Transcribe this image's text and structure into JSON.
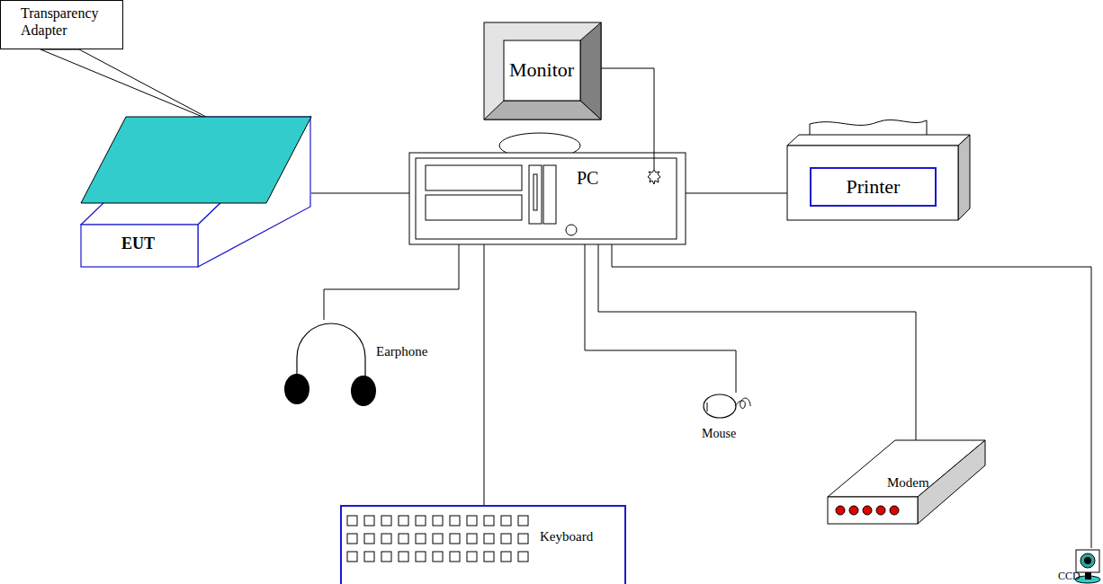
{
  "diagram": {
    "nodes": [
      {
        "text": [
          "Transparency Adapter"
        ]
      },
      {
        "text": [
          "Monitor"
        ]
      },
      {
        "text": [
          "EUT"
        ]
      },
      {
        "text": [
          "PC"
        ]
      },
      {
        "text": [
          "Printer"
        ]
      },
      {
        "text": [
          "Earphone"
        ]
      },
      {
        "text": [
          "Mouse"
        ]
      },
      {
        "text": [
          "Modem"
        ]
      },
      {
        "text": [
          "CCD"
        ]
      },
      {
        "text": [
          "Keyboard"
        ]
      }
    ],
    "edges": [
      {
        "from": 2,
        "to": 3,
        "arrow": "none"
      },
      {
        "from": 3,
        "to": 4,
        "arrow": "none"
      },
      {
        "from": 1,
        "to": 3,
        "arrow": "none"
      },
      {
        "from": 3,
        "to": 5,
        "arrow": "none"
      },
      {
        "from": 3,
        "to": 6,
        "arrow": "none"
      },
      {
        "from": 3,
        "to": 7,
        "arrow": "none"
      },
      {
        "from": 3,
        "to": 8,
        "arrow": "none"
      },
      {
        "from": 3,
        "to": 9,
        "arrow": "none"
      }
    ]
  }
}
